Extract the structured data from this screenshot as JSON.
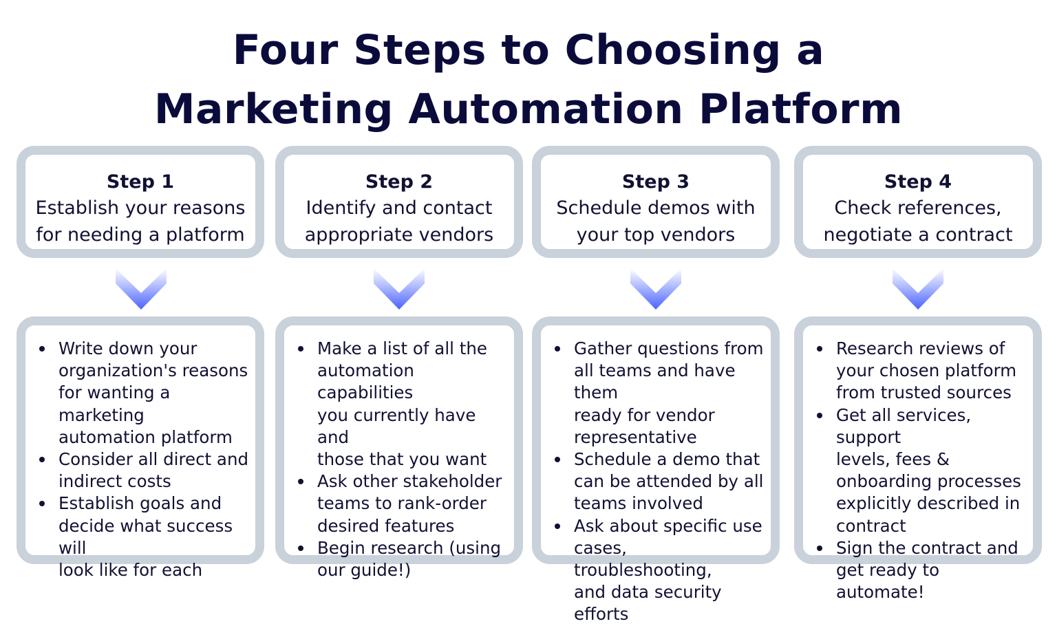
{
  "title": {
    "line1": "Four Steps to Choosing a",
    "line2": "Marketing Automation Platform"
  },
  "colors": {
    "box_border": "#c9d1da",
    "arrow_top": "#ffffff",
    "arrow_bottom": "#4a63ff",
    "text": "#111133"
  },
  "steps": [
    {
      "label": "Step 1",
      "description": "Establish your reasons\nfor needing a platform",
      "bullets": [
        "Write down your\norganization's reasons\nfor wanting a marketing\nautomation platform",
        "Consider all direct and\nindirect costs",
        "Establish goals and\ndecide what success will\nlook like for each"
      ]
    },
    {
      "label": "Step 2",
      "description": "Identify and contact\nappropriate vendors",
      "bullets": [
        "Make a list of all the\nautomation capabilities\nyou currently have and\nthose that you want",
        "Ask other stakeholder\nteams to rank-order\ndesired features",
        "Begin research (using\nour guide!)"
      ]
    },
    {
      "label": "Step 3",
      "description": "Schedule demos with\nyour top vendors",
      "bullets": [
        "Gather questions from\nall teams and have them\nready for vendor\nrepresentative",
        "Schedule a demo that\ncan be attended by all\nteams involved",
        "Ask about specific use\ncases, troubleshooting,\nand data security efforts"
      ]
    },
    {
      "label": "Step 4",
      "description": "Check references,\nnegotiate a contract",
      "bullets": [
        "Research reviews of\nyour chosen platform\nfrom trusted sources",
        "Get all services, support\nlevels, fees &\nonboarding processes\nexplicitly described in\ncontract",
        "Sign the contract and\nget ready to automate!"
      ]
    }
  ]
}
